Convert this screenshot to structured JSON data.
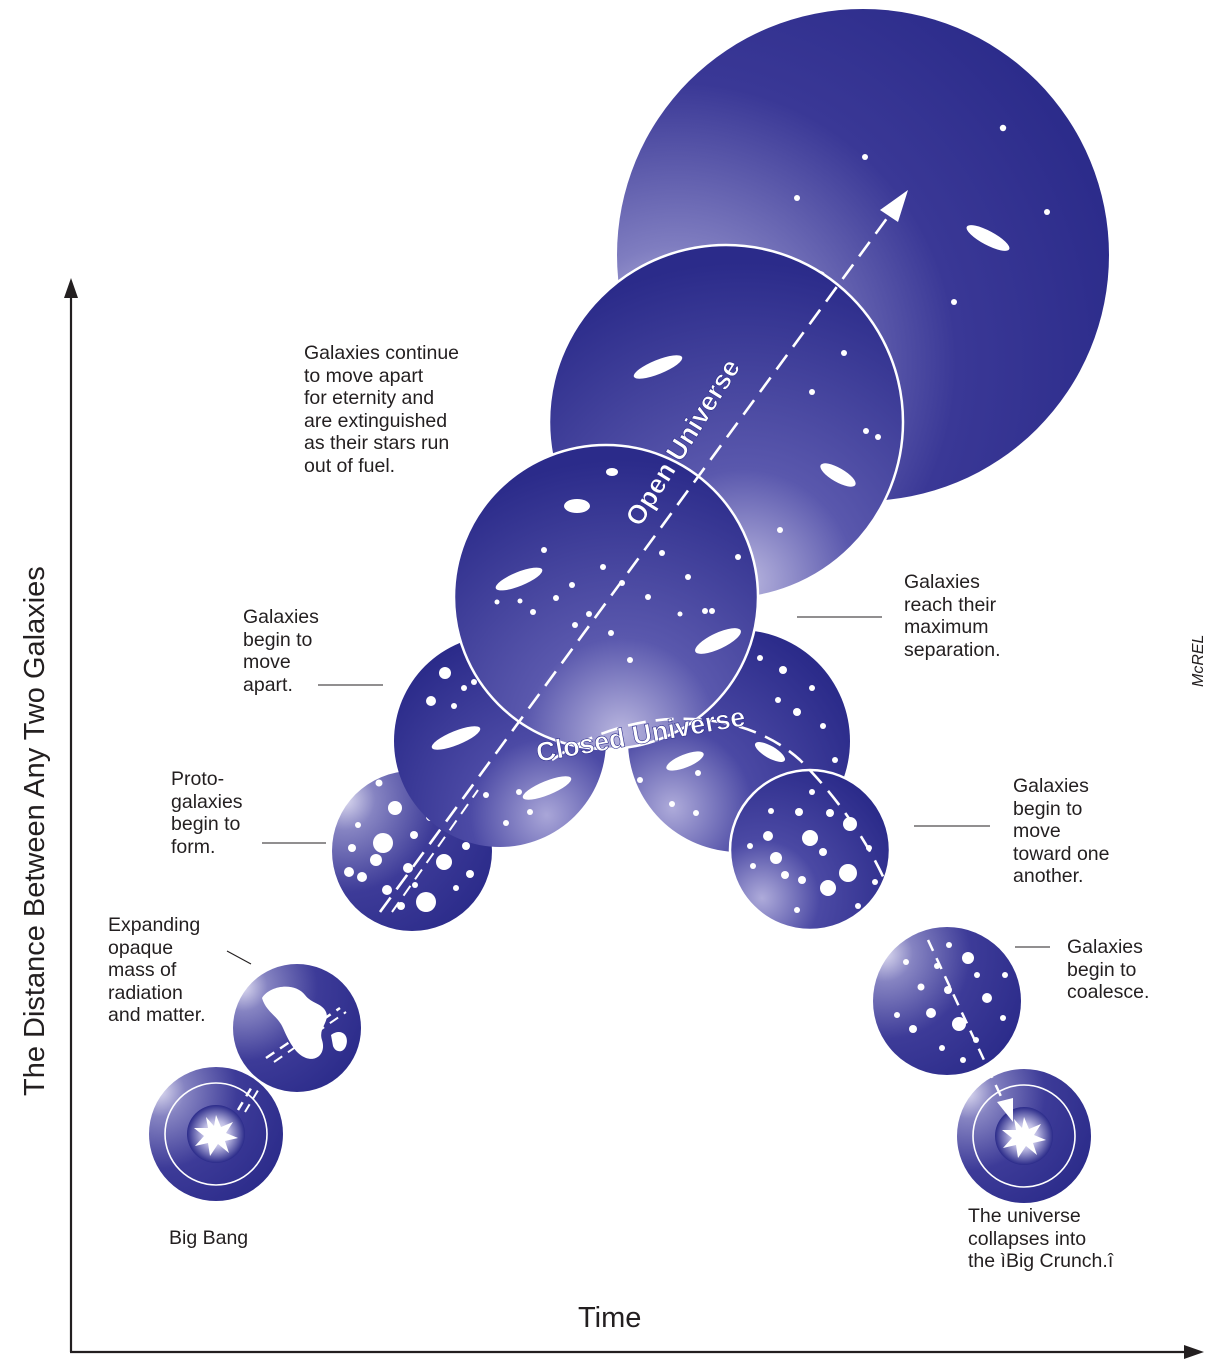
{
  "axes": {
    "y_label": "The Distance Between Any Two Galaxies",
    "x_label": "Time"
  },
  "credit": "McREL",
  "curve_labels": {
    "open": "Open Universe",
    "closed": "Closed Universe"
  },
  "labels": {
    "big_bang": "Big Bang",
    "expanding": "Expanding\nopaque\nmass of\nradiation\nand matter.",
    "protogalaxies": "Proto-\ngalaxies\nbegin to\nform.",
    "move_apart": "Galaxies\nbegin to\nmove\napart.",
    "eternity": "Galaxies continue\nto move apart\nfor eternity and\nare extinguished\nas their stars run\nout of fuel.",
    "max_separation": "Galaxies\nreach their\nmaximum\nseparation.",
    "toward": "Galaxies\nbegin to\nmove\ntoward one\nanother.",
    "coalesce": "Galaxies\nbegin to\ncoalesce.",
    "big_crunch": "The universe\ncollapses into\nthe ìBig Crunch.î"
  },
  "colors": {
    "sphere_dark": "#2e2e8c",
    "sphere_light": "#c7c4e6",
    "text": "#231f20",
    "axis": "#231f20"
  }
}
